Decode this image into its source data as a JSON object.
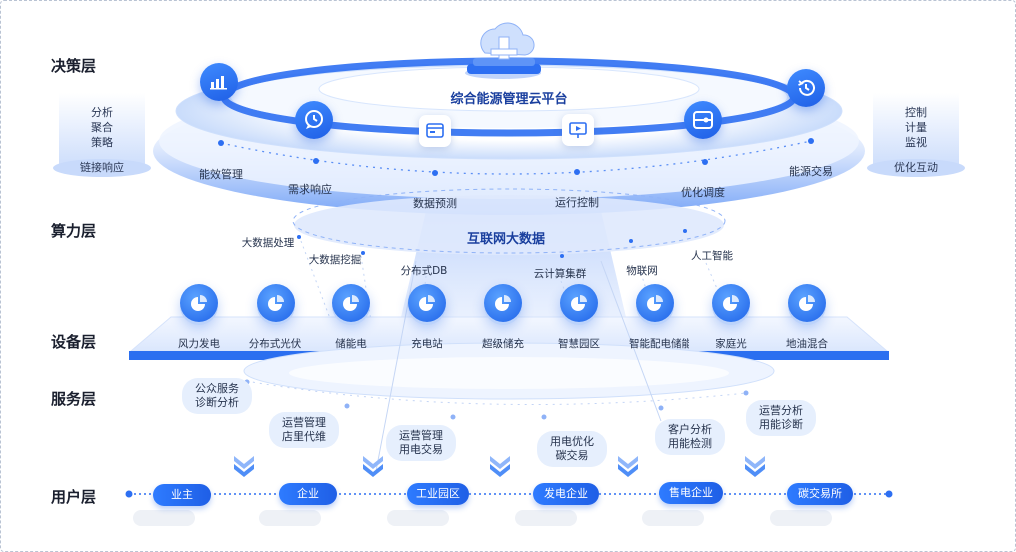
{
  "layers": {
    "decision": "决策层",
    "compute": "算力层",
    "device": "设备层",
    "service": "服务层",
    "user": "用户层"
  },
  "platform": {
    "title": "综合能源管理云平台",
    "modules": [
      "能效管理",
      "需求响应",
      "数据预测",
      "运行控制",
      "优化调度",
      "能源交易"
    ]
  },
  "side_left": {
    "lines": [
      "分析",
      "聚合",
      "策略"
    ],
    "link": "链接响应"
  },
  "side_right": {
    "lines": [
      "控制",
      "计量",
      "监视"
    ],
    "link": "优化互动"
  },
  "compute": {
    "center": "互联网大数据",
    "tags": [
      "大数据处理",
      "大数据挖掘",
      "分布式DB",
      "云计算集群",
      "物联网",
      "人工智能"
    ]
  },
  "devices": [
    "风力发电",
    "分布式光伏",
    "储能电",
    "充电站",
    "超级储充",
    "智慧园区",
    "智能配电储能",
    "家庭光",
    "地油混合"
  ],
  "services": [
    "公众服务\n诊断分析",
    "运营管理\n店里代维",
    "运营管理\n用电交易",
    "用电优化\n碳交易",
    "客户分析\n用能检测",
    "运营分析\n用能诊断"
  ],
  "users": [
    "业主",
    "企业",
    "工业园区",
    "发电企业",
    "售电企业",
    "碳交易所"
  ],
  "colors": {
    "primary": "#1f5fe6",
    "light": "#e6effd",
    "bar": "#2b6ff0"
  },
  "icons": {
    "cloud": "cloud-server-icon",
    "decision": [
      "bar-chart-icon",
      "chat-bubble-icon",
      "browser-window-icon",
      "presentation-icon",
      "control-panel-icon",
      "history-icon"
    ],
    "device": "pie-chart-icon",
    "chevron": "double-chevron-down-icon"
  }
}
